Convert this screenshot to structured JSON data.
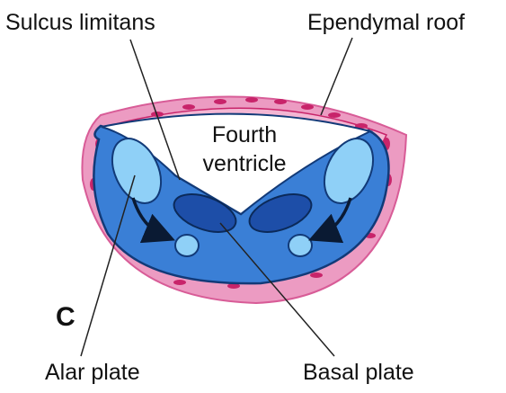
{
  "labels": {
    "sulcus_limitans": "Sulcus limitans",
    "ependymal_roof": "Ependymal roof",
    "fourth_ventricle_line1": "Fourth",
    "fourth_ventricle_line2": "ventricle",
    "alar_plate": "Alar plate",
    "basal_plate": "Basal plate",
    "panel_letter": "C"
  },
  "colors": {
    "outer_layer": "#ec9bc2",
    "outer_layer_edge": "#d85c97",
    "ependymal_cells": "#c8246a",
    "neural_tissue": "#3a7fd6",
    "tissue_edge": "#123a78",
    "alar_plate": "#8fd0f7",
    "basal_plate": "#1d4ea8",
    "arrow": "#0a1a33",
    "leader_line": "#222222"
  },
  "icons": {
    "migration_arrows": "curved-arrow-icon"
  }
}
